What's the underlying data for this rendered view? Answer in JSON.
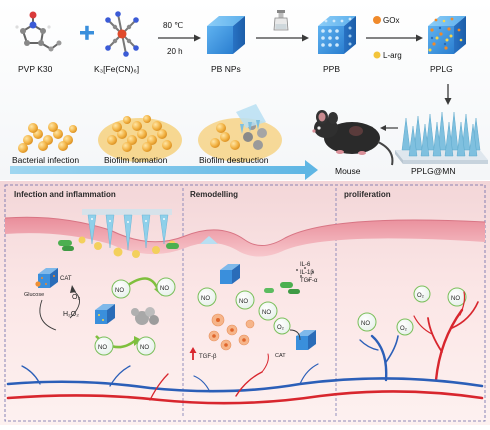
{
  "top": {
    "reagent1": "PVP K30",
    "reagent2": "K₃[Fe(CN)₆]",
    "condition_temp": "80 ℃",
    "condition_time": "20 h",
    "product1": "PB NPs",
    "product2": "PPB",
    "product3": "PPLG",
    "additive1": "GOx",
    "additive2": "L-arg",
    "microneedle": "PPLG@MN",
    "animal": "Mouse"
  },
  "biofilm": {
    "stage1": "Bacterial infection",
    "stage2": "Biofilm formation",
    "stage3": "Biofilm destruction"
  },
  "panels": {
    "p1_title": "Infection and inflammation",
    "p2_title": "Remodelling",
    "p3_title": "proliferation"
  },
  "molecules": {
    "cat": "CAT",
    "o2": "O₂",
    "h2o2": "H₂O₂",
    "glucose": "Glucose",
    "no": "NO",
    "il6": "IL-6",
    "il1b": "IL-1β",
    "tnfa": "TGF-α",
    "tgfb": "TGF-β"
  },
  "colors": {
    "skin": "#f7c9cf",
    "tissue": "#fbe3e4",
    "vessel_red": "#d8262e",
    "vessel_blue": "#2b5fb8",
    "cube": "#3a8fdc",
    "biofilm": "#f2a833"
  }
}
